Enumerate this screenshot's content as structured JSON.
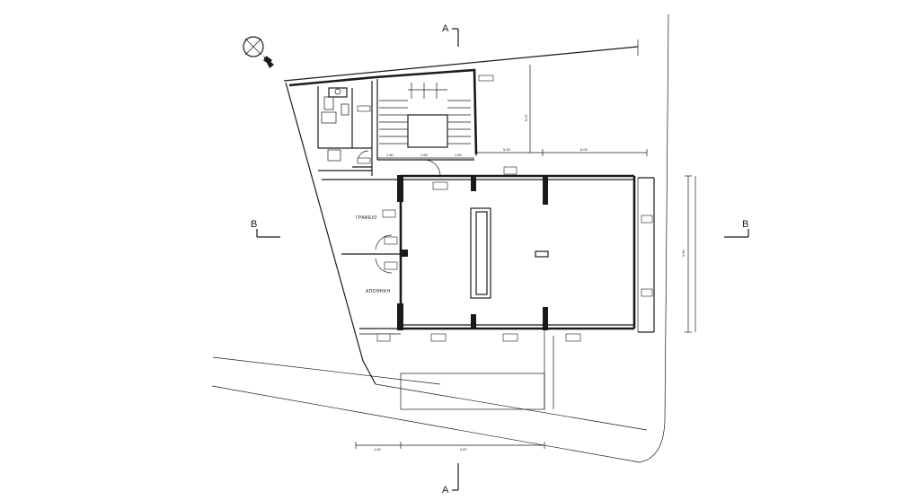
{
  "sections": {
    "a_top": "A",
    "a_bottom": "A",
    "b_left": "B",
    "b_right": "B"
  },
  "rooms": {
    "office": "ΓΡΑΦΕΙΟ",
    "storage": "ΑΠΟΘΗΚΗ"
  },
  "dimensions": {
    "d_520": "5.20",
    "d_600": "6.00",
    "d_180": "1.80",
    "d_165": "1.65",
    "d_150": "1.50",
    "d_507": "5.07",
    "d_bottom_left": "1.52",
    "d_bottom_main": "3.67",
    "d_right": "5.50"
  },
  "icons": [
    "north-arrow-icon"
  ]
}
